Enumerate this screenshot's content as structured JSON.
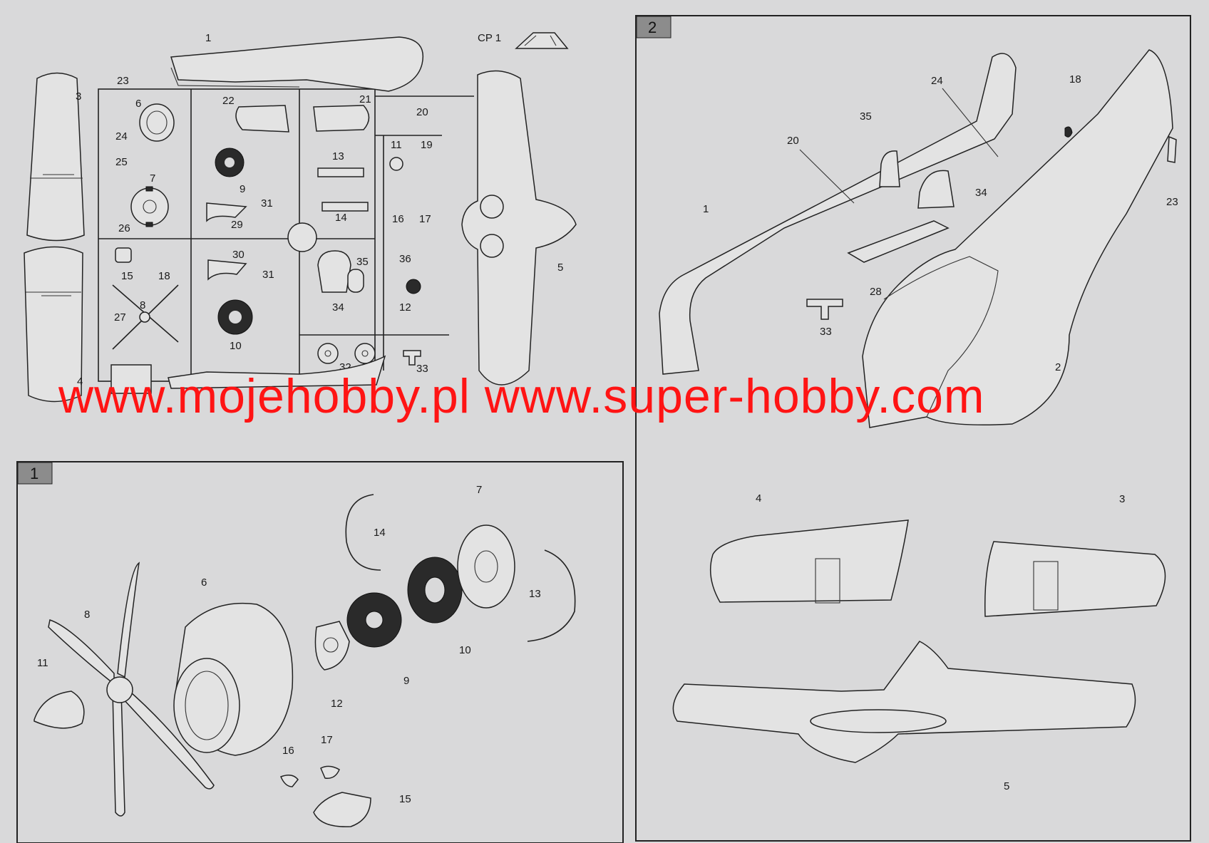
{
  "sprue": {
    "canopy_label": "CP 1",
    "labels": {
      "p1": "1",
      "p3": "3",
      "p4": "4",
      "p5": "5",
      "p6": "6",
      "p7": "7",
      "p8": "8",
      "p9": "9",
      "p10": "10",
      "p11": "11",
      "p12": "12",
      "p13": "13",
      "p14": "14",
      "p15": "15",
      "p16": "16",
      "p17": "17",
      "p18": "18",
      "p19": "19",
      "p20": "20",
      "p21": "21",
      "p22": "22",
      "p23": "23",
      "p24": "24",
      "p25": "25",
      "p26": "26",
      "p27": "27",
      "p29": "29",
      "p30": "30",
      "p31a": "31",
      "p31b": "31",
      "p32": "32",
      "p33": "33",
      "p34": "34",
      "p35": "35",
      "p36": "36"
    }
  },
  "watermark": {
    "text": "www.mojehobby.pl www.super-hobby.com",
    "color": "#ff1414"
  },
  "step1": {
    "number": "1",
    "labels": {
      "p6": "6",
      "p7": "7",
      "p8": "8",
      "p9": "9",
      "p10": "10",
      "p11": "11",
      "p12": "12",
      "p13": "13",
      "p14": "14",
      "p15": "15",
      "p16": "16",
      "p17": "17"
    }
  },
  "step2": {
    "number": "2",
    "labels": {
      "p1": "1",
      "p2": "2",
      "p3": "3",
      "p4": "4",
      "p5": "5",
      "p18": "18",
      "p20": "20",
      "p23": "23",
      "p24": "24",
      "p28": "28",
      "p33": "33",
      "p34": "34",
      "p35": "35"
    }
  }
}
